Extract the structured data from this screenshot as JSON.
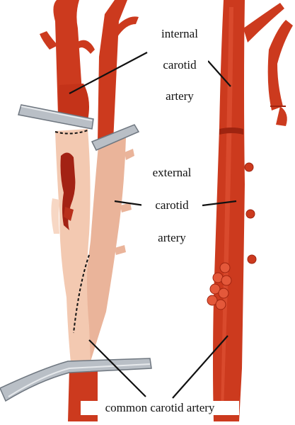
{
  "labels": {
    "internal_line1": "internal",
    "internal_line2": "carotid",
    "internal_line3": "artery",
    "external_line1": "external",
    "external_line2": "carotid",
    "external_line3": "artery",
    "common": "common carotid artery"
  },
  "colors": {
    "artery_red": "#cc3a1e",
    "artery_dark": "#9e2410",
    "artery_light": "#e4583a",
    "opened_pink": "#f3c3a8",
    "opened_pink_dark": "#e6a88c",
    "plaque": "#a32214",
    "clamp_gray": "#b9bfc6",
    "clamp_dark": "#6f7780",
    "leader": "#111111"
  }
}
